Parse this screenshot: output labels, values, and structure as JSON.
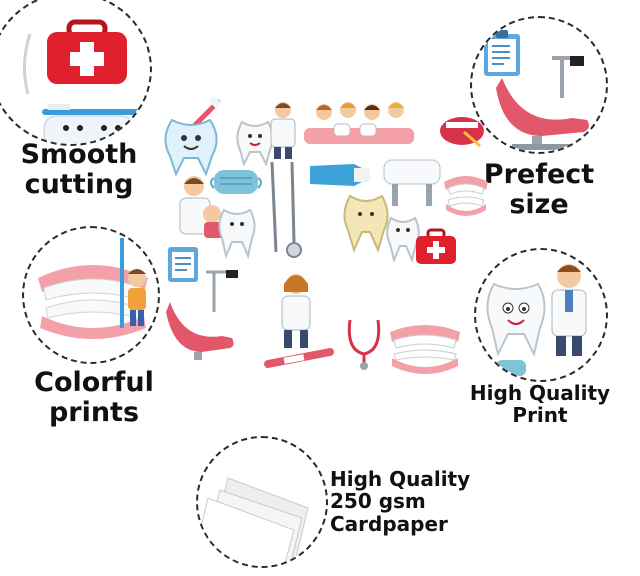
{
  "features": {
    "smooth_cutting": {
      "line1": "Smooth",
      "line2": "cutting"
    },
    "perfect_size": {
      "line1": "Prefect",
      "line2": "size"
    },
    "colorful_prints": {
      "line1": "Colorful",
      "line2": "prints"
    },
    "high_quality_print": {
      "line1": "High Quality",
      "line2": "Print"
    },
    "cardpaper": {
      "line1": "High Quality",
      "line2": "250 gsm",
      "line3": "Cardpaper"
    }
  },
  "icons": [
    "first-aid-kit-icon",
    "toothbrush-icon",
    "tooth-character-icon",
    "dentist-icon",
    "face-mask-icon",
    "dental-mirror-icon",
    "toothpaste-icon",
    "dental-chair-icon",
    "clipboard-icon",
    "stethoscope-icon",
    "thermometer-icon",
    "dentures-icon",
    "dental-bridge-icon",
    "mouth-icon",
    "card-stack-icon"
  ],
  "colors": {
    "kit_red": "#e0202c",
    "gum_pink": "#f4a0a8",
    "tooth_white": "#f7f9fb",
    "chair_red": "#e2586a"
  }
}
